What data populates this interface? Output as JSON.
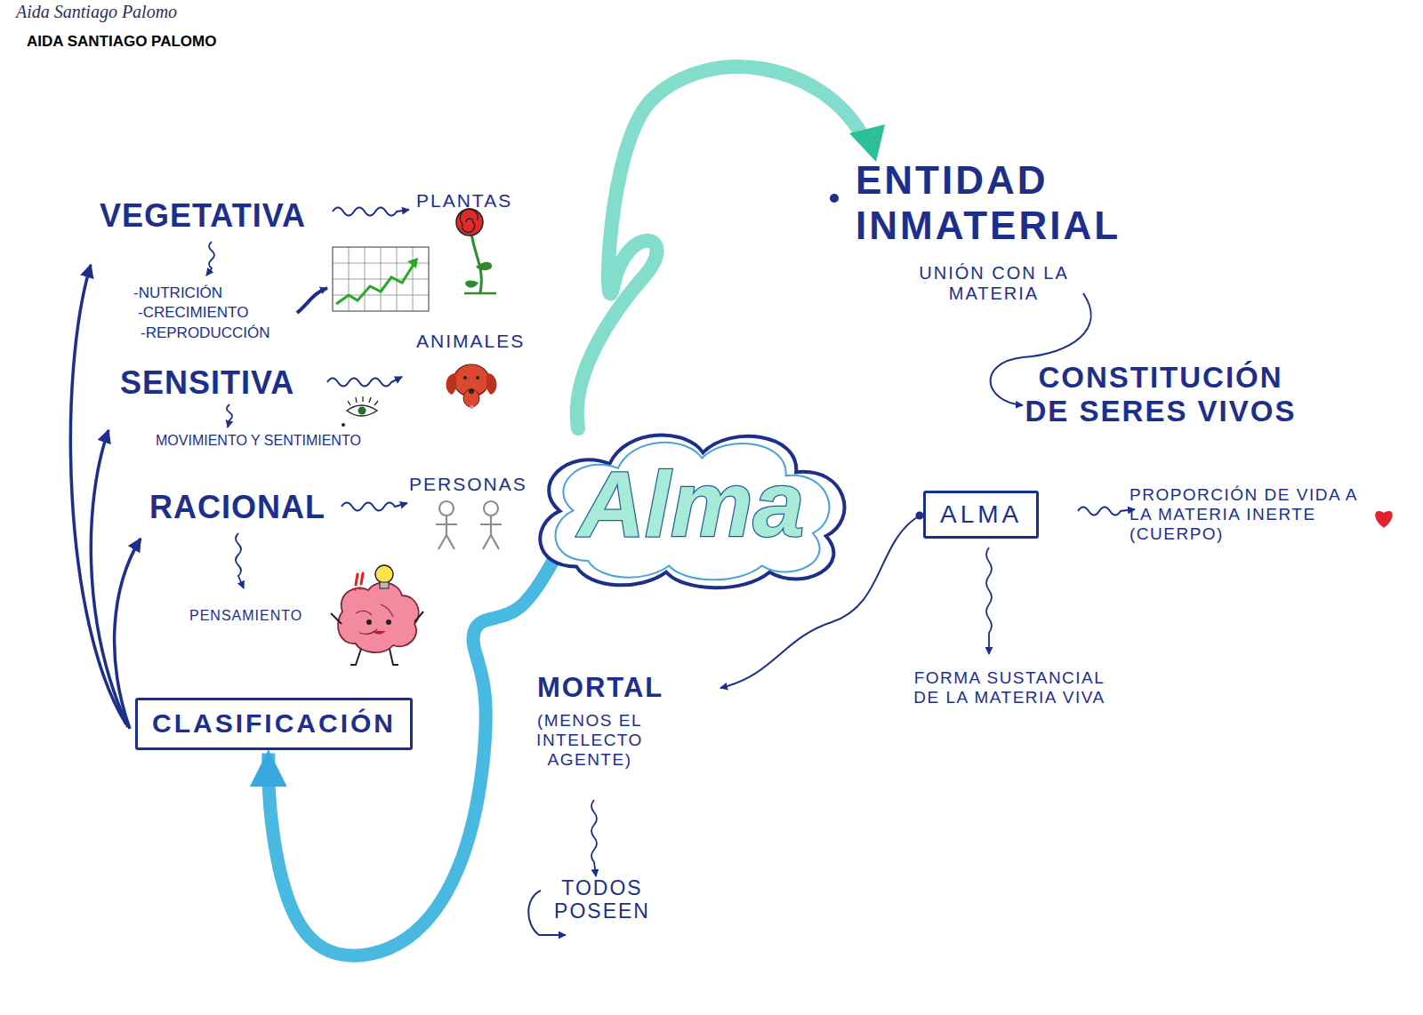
{
  "diagram": {
    "nodes": [
      {
        "text": [
          "Alma"
        ]
      },
      {
        "text": [
          "CLASIFICACIÓN"
        ]
      },
      {
        "text": [
          "ALMA"
        ]
      }
    ],
    "edges": [
      {
        "from": 0,
        "to": 1,
        "arrow": "to"
      }
    ],
    "labels": [
      "Aida Santiago Palomo",
      "AIDA SANTIAGO PALOMO",
      "VEGETATIVA",
      "PLANTAS",
      "-NUTRICIÓN",
      "-CRECIMIENTO",
      "-REPRODUCCIÓN",
      "SENSITIVA",
      "ANIMALES",
      "MOVIMIENTO Y SENTIMIENTO",
      "RACIONAL",
      "PERSONAS",
      "PENSAMIENTO",
      "ENTIDAD INMATERIAL",
      "UNIÓN CON LA MATERIA",
      "CONSTITUCIÓN DE SERES VIVOS",
      "PROPORCIÓN DE VIDA A LA MATERIA INERTE (CUERPO)",
      "FORMA SUSTANCIAL DE LA MATERIA VIVA",
      "MORTAL",
      "(MENOS EL INTELECTO AGENTE)",
      "TODOS POSEEN"
    ]
  }
}
